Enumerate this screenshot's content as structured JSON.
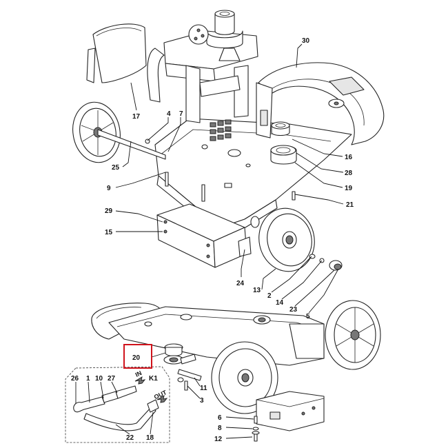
{
  "callouts_top": [
    {
      "id": "c30",
      "label": "30"
    },
    {
      "id": "c17",
      "label": "17"
    },
    {
      "id": "c4",
      "label": "4"
    },
    {
      "id": "c7",
      "label": "7"
    },
    {
      "id": "c25",
      "label": "25"
    },
    {
      "id": "c9",
      "label": "9"
    },
    {
      "id": "c16",
      "label": "16"
    },
    {
      "id": "c28",
      "label": "28"
    },
    {
      "id": "c19",
      "label": "19"
    },
    {
      "id": "c21",
      "label": "21"
    },
    {
      "id": "c29",
      "label": "29"
    },
    {
      "id": "c15",
      "label": "15"
    },
    {
      "id": "c24",
      "label": "24"
    },
    {
      "id": "c13",
      "label": "13"
    },
    {
      "id": "c2",
      "label": "2"
    },
    {
      "id": "c14",
      "label": "14"
    },
    {
      "id": "c23",
      "label": "23"
    },
    {
      "id": "c5",
      "label": "5"
    }
  ],
  "callouts_bottom": [
    {
      "id": "c20",
      "label": "20"
    },
    {
      "id": "c26",
      "label": "26"
    },
    {
      "id": "c1",
      "label": "1"
    },
    {
      "id": "c10",
      "label": "10"
    },
    {
      "id": "c27",
      "label": "27"
    },
    {
      "id": "c11",
      "label": "11"
    },
    {
      "id": "c3",
      "label": "3"
    },
    {
      "id": "c22",
      "label": "22"
    },
    {
      "id": "c18",
      "label": "18"
    },
    {
      "id": "c6",
      "label": "6"
    },
    {
      "id": "c8",
      "label": "8"
    },
    {
      "id": "c12",
      "label": "12"
    }
  ],
  "kit": {
    "label": "K1",
    "in_label": "IN",
    "out_label": "OUT"
  },
  "highlight": {
    "color": "#d0121b",
    "target": "20"
  }
}
